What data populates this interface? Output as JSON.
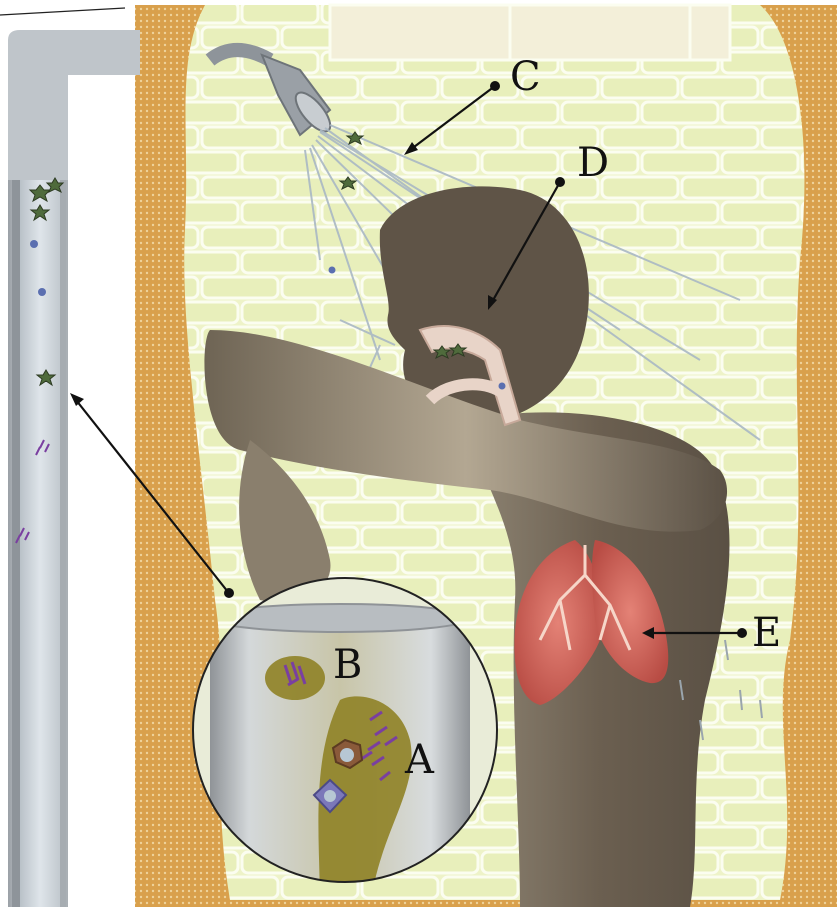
{
  "labels": {
    "a": "A",
    "b": "B",
    "c": "C",
    "d": "D",
    "e": "E"
  },
  "colors": {
    "wall_orange": "#d9a04c",
    "tile_green": "#eef3c8",
    "tile_line": "#fbfdf0",
    "skin_dark": "#6f6353",
    "skin_light": "#a59a86",
    "pipe_gray": "#c9ced2",
    "biofilm": "#8f8226",
    "lung_red": "#d4665a",
    "organism_purple": "#7a3fa0",
    "organism_green": "#4f6b3c"
  }
}
